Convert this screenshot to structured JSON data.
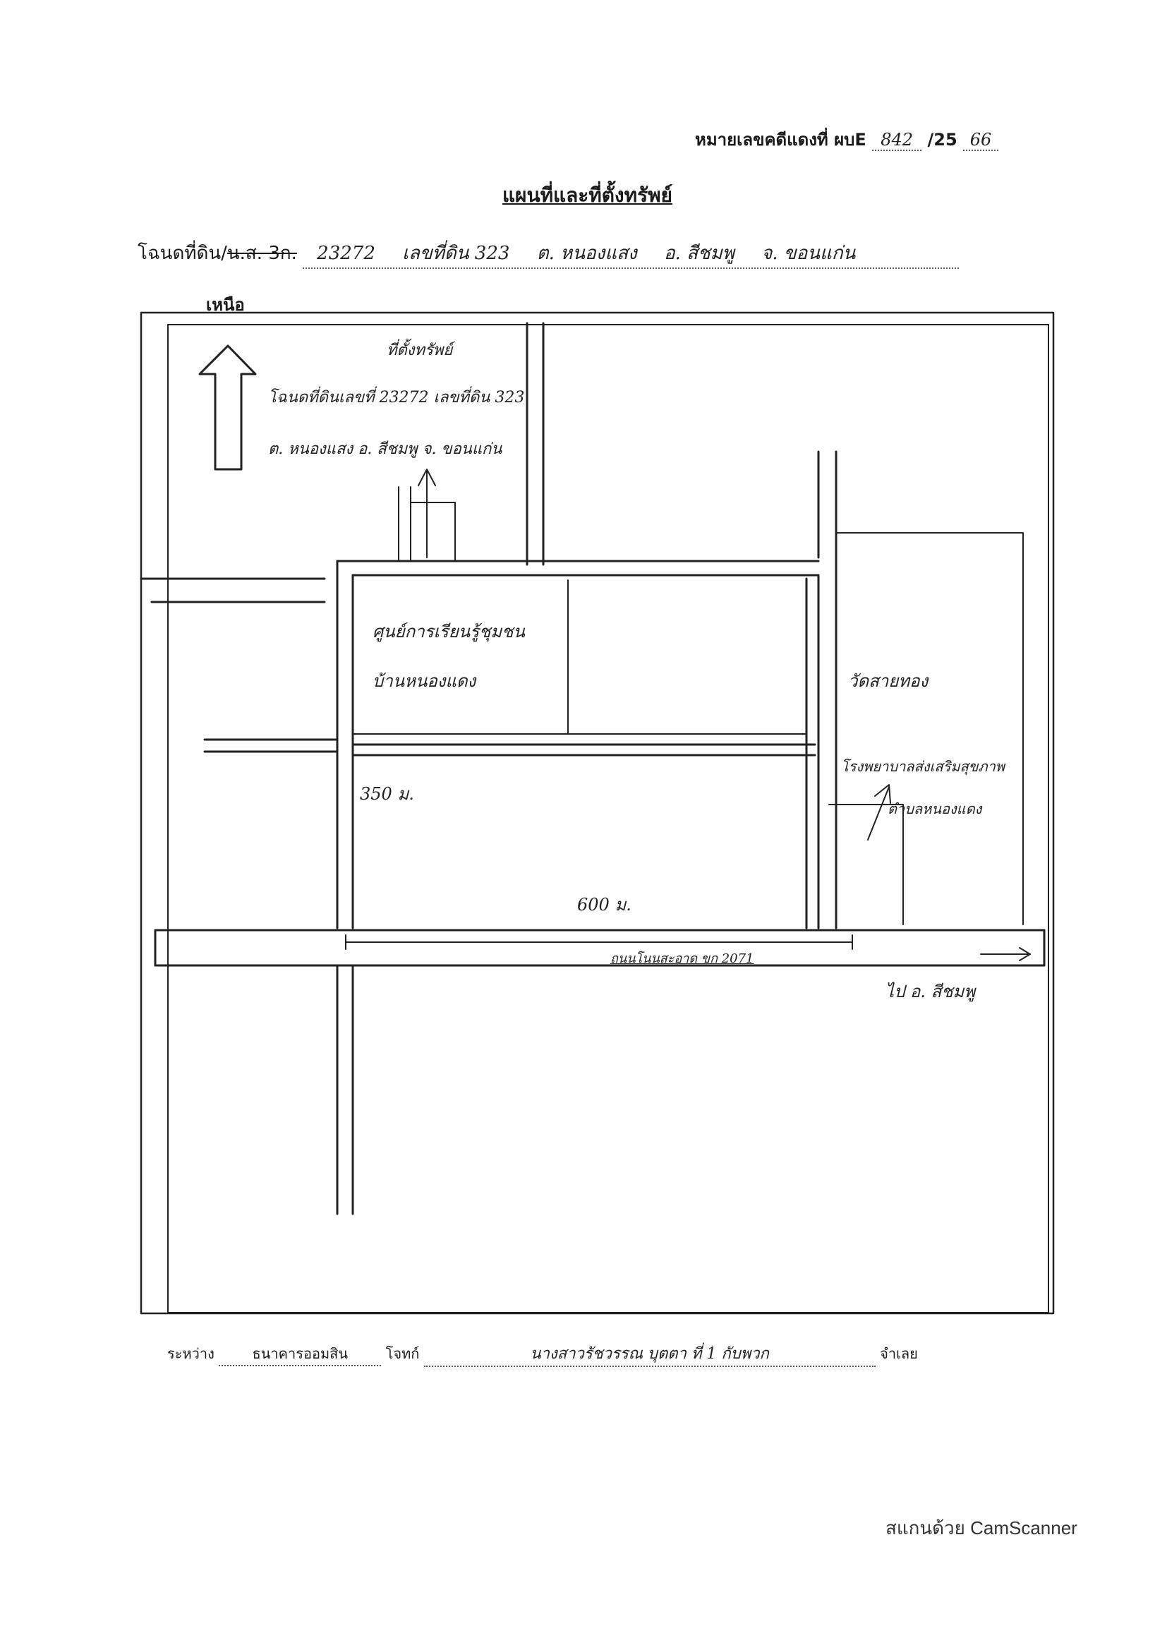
{
  "header": {
    "case_label": "หมายเลขคดีแดงที่ ผบE",
    "case_number": "842",
    "year_prefix": "/25",
    "year_suffix": "66"
  },
  "title": "แผนที่และที่ตั้งทรัพย์",
  "deed_line": {
    "label": "โฉนดที่ดิน/",
    "struck_label": "น.ส. 3ก.",
    "deed_no": "23272",
    "land_no_label": "เลขที่ดิน",
    "land_no": "323",
    "subdistrict": "ต. หนองแสง",
    "district": "อ. สีชมพู",
    "province": "จ. ขอนแก่น"
  },
  "north_label": "เหนือ",
  "map": {
    "property_label_1": "ที่ตั้งทรัพย์",
    "property_label_2": "โฉนดที่ดินเลขที่ 23272 เลขที่ดิน 323",
    "property_label_3": "ต. หนองแสง อ. สีชมพู จ. ขอนแก่น",
    "center_label_1": "ศูนย์การเรียนรู้ชุมชน",
    "center_label_2": "บ้านหนองแดง",
    "temple_label": "วัดสายทอง",
    "hospital_label_1": "โรงพยาบาลส่งเสริมสุขภาพ",
    "hospital_label_2": "ตำบลหนองแดง",
    "distance_1": "350 ม.",
    "distance_2": "600 ม.",
    "road_label": "ถนนโนนสะอาด ขก 2071",
    "direction_label": "ไป อ. สีชมพู"
  },
  "footer": {
    "between_label": "ระหว่าง",
    "plaintiff": "ธนาคารออมสิน",
    "plaintiff_role": "โจทก์",
    "defendant": "นางสาวรัชวรรณ บุตตา ที่ 1 กับพวก",
    "defendant_role": "จำเลย"
  },
  "watermark": "สแกนด้วย CamScanner"
}
